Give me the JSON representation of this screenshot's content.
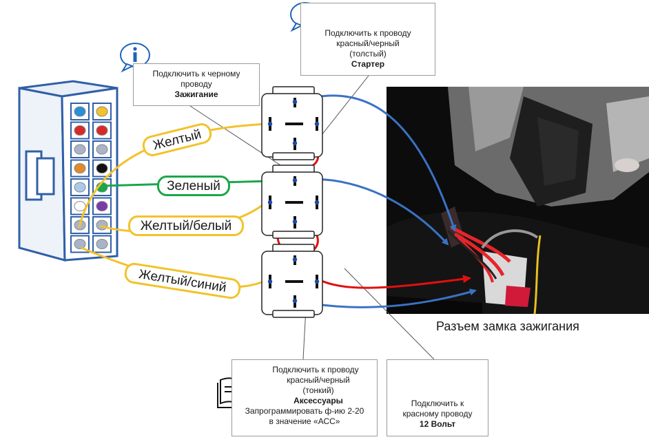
{
  "notes": {
    "starter": {
      "line1": "Подключить к проводу",
      "line2": "красный/черный",
      "line3": "(толстый)",
      "title": "Стартер"
    },
    "ignition": {
      "line1": "Подключить к черному",
      "line2": "проводу",
      "title": "Зажигание"
    },
    "accessories": {
      "line1": "Подключить к проводу",
      "line2": "красный/черный",
      "line3": "(тонкий)",
      "title": "Аксессуары",
      "line4": "Запрограммировать ф-ию 2-20",
      "line5": "в значение «АСС»"
    },
    "power": {
      "line1": "Подключить к",
      "line2": "красному проводу",
      "title": "12 Вольт"
    }
  },
  "wires": {
    "yellow": "Желтый",
    "green": "Зеленый",
    "yellow_white": "Желтый/белый",
    "yellow_blue": "Желтый/синий"
  },
  "photo_caption": "Разъем замка зажигания",
  "colors": {
    "yellow_wire": "#f2c229",
    "green_wire": "#1aa64a",
    "red_wire": "#e01010",
    "blue_wire": "#3a72c4",
    "info_icon": "#1e63b8",
    "connector": "#2f5fa8",
    "relay_outline": "#222222"
  },
  "icons": [
    "info-icon",
    "info-icon",
    "book-icon",
    "fuse-icon"
  ]
}
